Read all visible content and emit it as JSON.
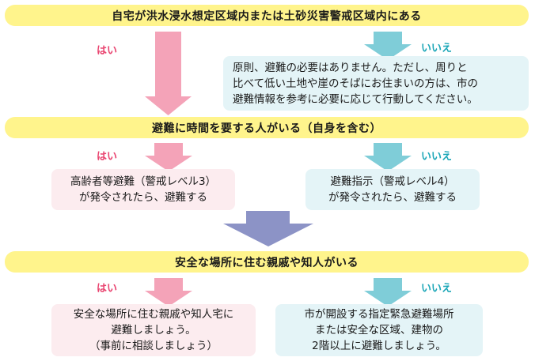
{
  "q1": {
    "question": "自宅が洪水浸水想定区域内または土砂災害警戒区域内にある",
    "yes": "はい",
    "no": "いいえ",
    "no_result": [
      "原則、避難の必要はありません。ただし、周りと",
      "比べて低い土地や崖のそばにお住まいの方は、市の",
      "避難情報を参考に必要に応じて行動してください。"
    ]
  },
  "q2": {
    "question": "避難に時間を要する人がいる（自身を含む）",
    "yes": "はい",
    "no": "いいえ",
    "yes_result": [
      "高齢者等避難（警戒レベル3）",
      "が発令されたら、避難する"
    ],
    "no_result": [
      "避難指示（警戒レベル4）",
      "が発令されたら、避難する"
    ]
  },
  "q3": {
    "question": "安全な場所に住む親戚や知人がいる",
    "yes": "はい",
    "no": "いいえ",
    "yes_result": [
      "安全な場所に住む親戚や知人宅に",
      "避難しましょう。",
      "（事前に相談しましょう）"
    ],
    "no_result": [
      "市が開設する指定緊急避難場所",
      "または安全な区域、建物の",
      "2階以上に避難しましょう。"
    ]
  },
  "colors": {
    "question_bar": "#fff48c",
    "yes_arrow": "#f4a3b8",
    "no_arrow": "#7fcdd8",
    "merge_arrow": "#8c93c6",
    "yes_label": "#e9436f",
    "no_label": "#1aa6b7"
  }
}
